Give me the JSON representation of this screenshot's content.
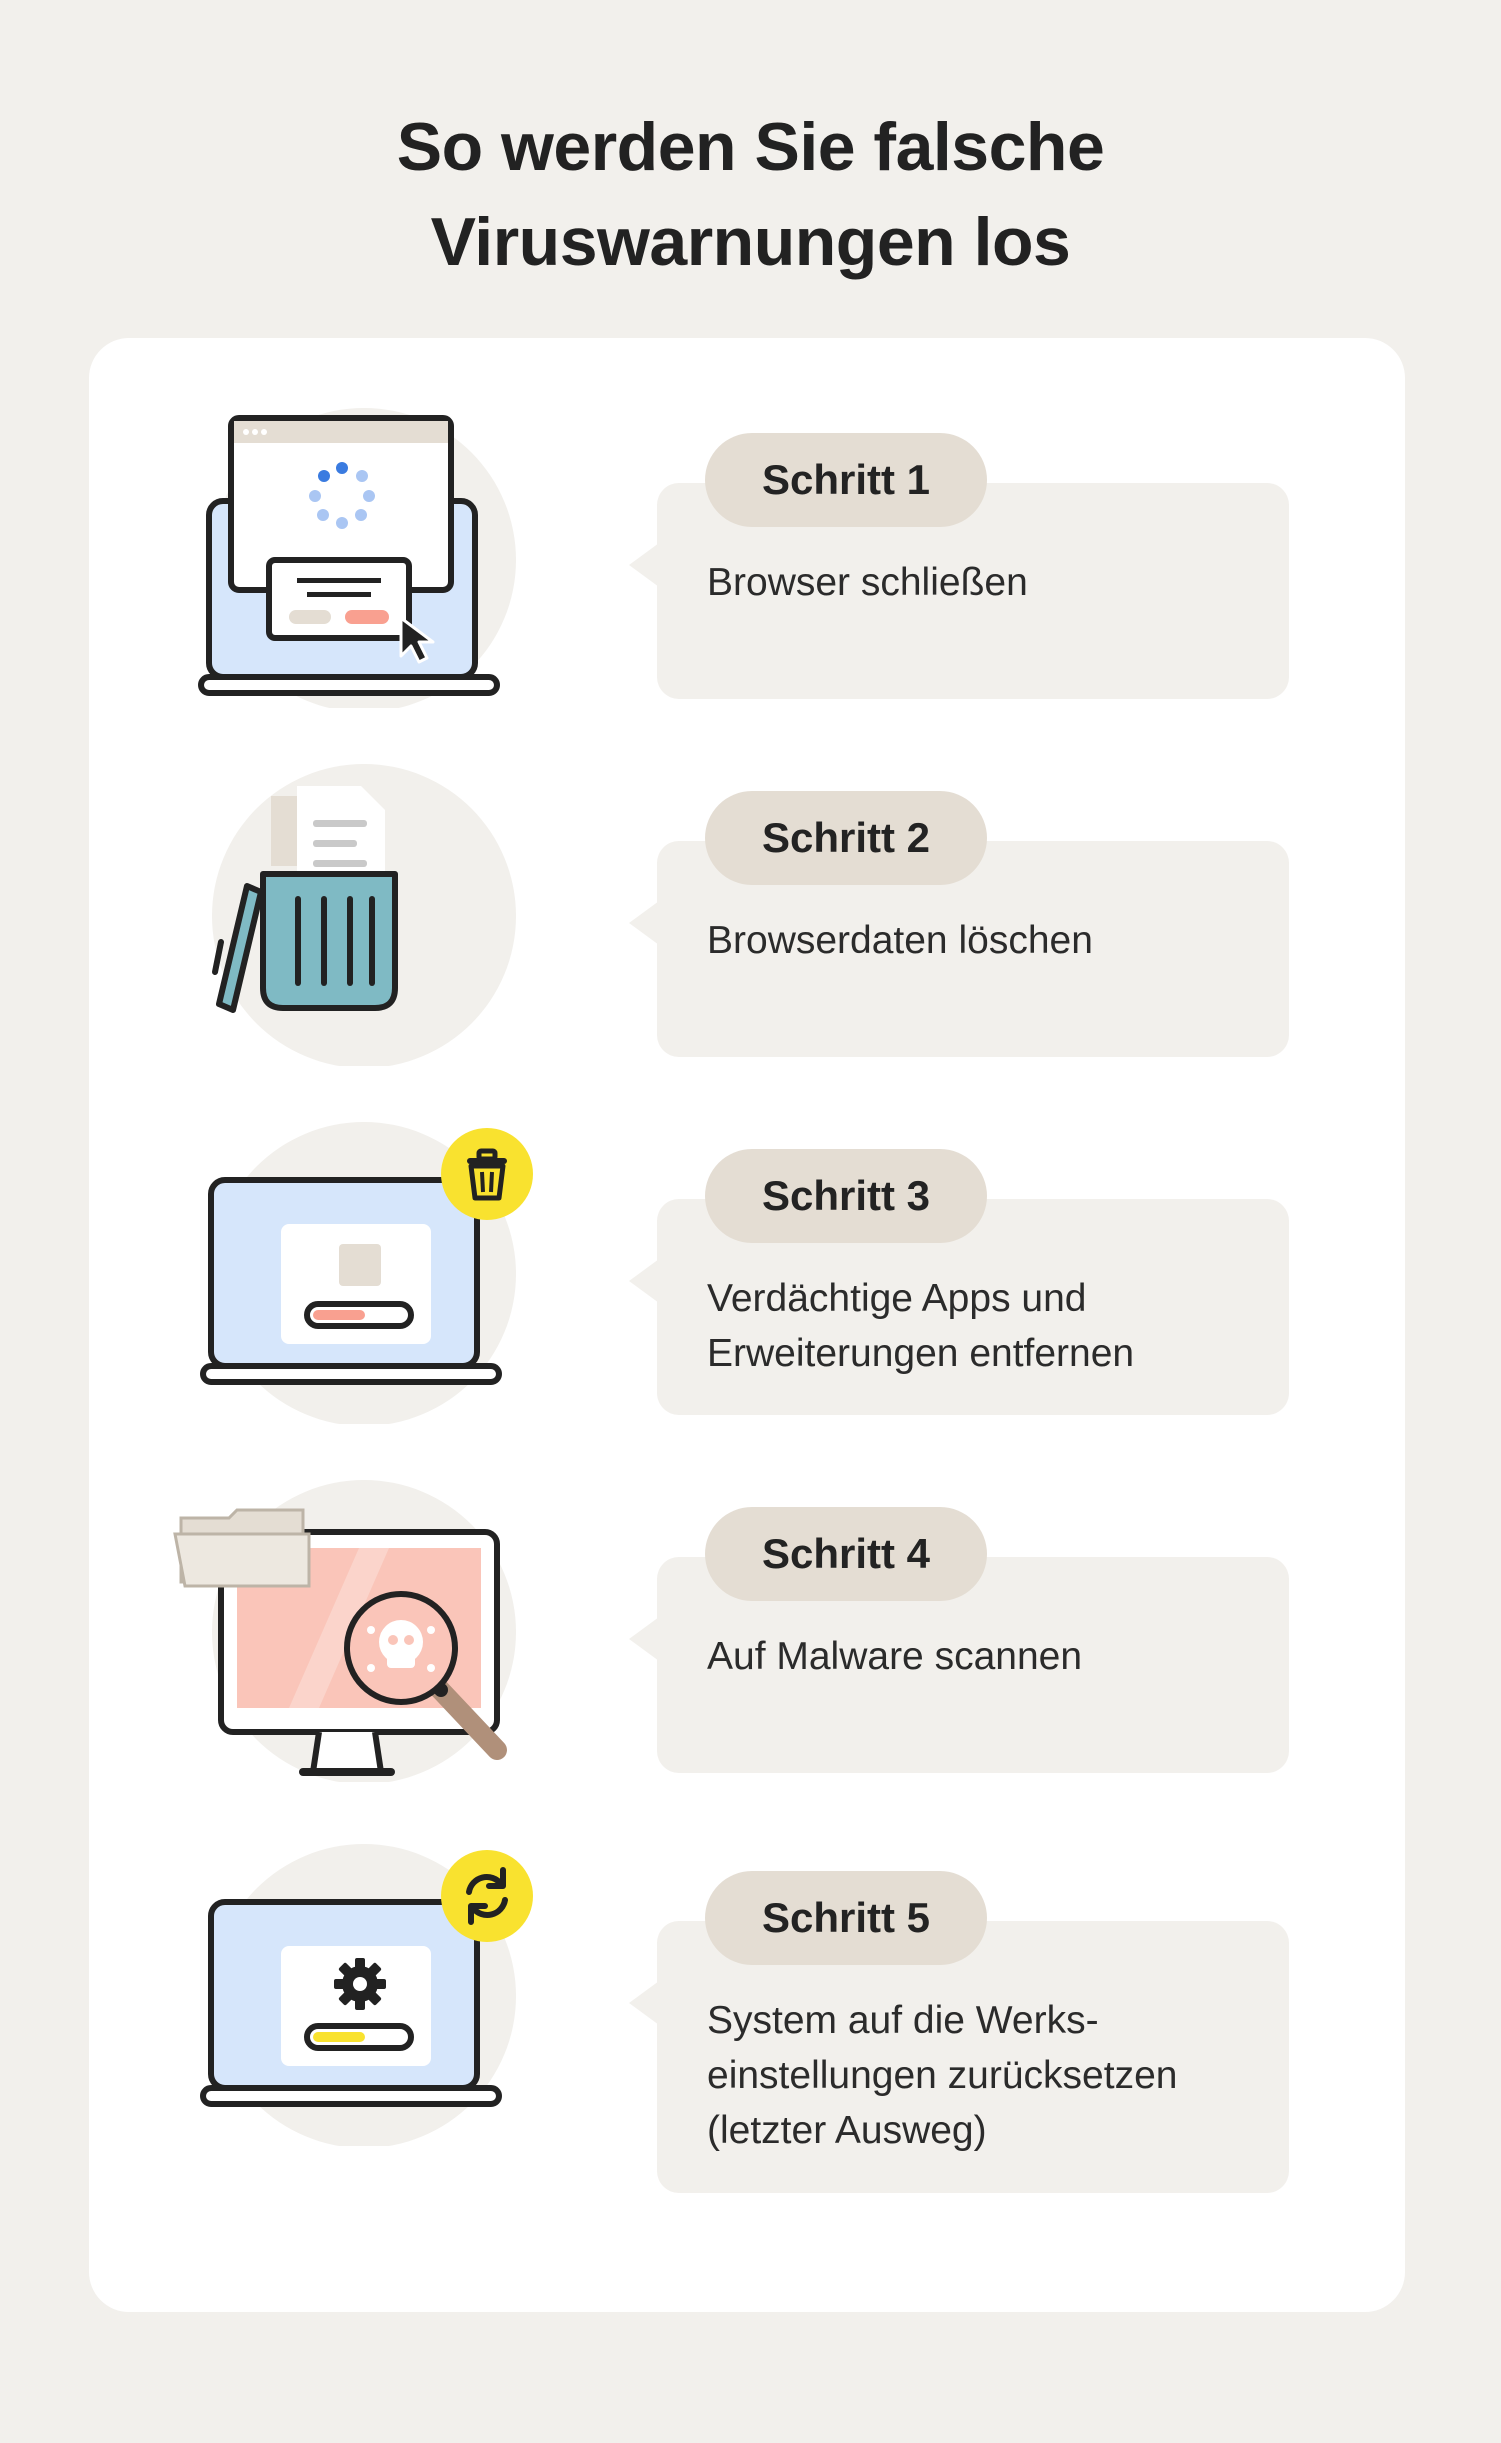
{
  "title": {
    "line1": "So werden Sie falsche",
    "line2": "Viruswarnungen los"
  },
  "steps": [
    {
      "label": "Schritt 1",
      "lines": [
        "Browser schließen"
      ],
      "icon": "browser-popup-cursor-icon"
    },
    {
      "label": "Schritt 2",
      "lines": [
        "Browserdaten löschen"
      ],
      "icon": "trash-bin-document-icon"
    },
    {
      "label": "Schritt 3",
      "lines": [
        "Verdächtige Apps und",
        "Erweiterungen entfernen"
      ],
      "icon": "laptop-trash-badge-icon"
    },
    {
      "label": "Schritt 4",
      "lines": [
        "Auf Malware scannen"
      ],
      "icon": "monitor-magnifier-skull-icon"
    },
    {
      "label": "Schritt 5",
      "lines": [
        "System auf die Werks-",
        "einstellungen zurücksetzen",
        "(letzter Ausweg)"
      ],
      "icon": "laptop-gear-refresh-icon"
    }
  ],
  "colors": {
    "background": "#f2f0ec",
    "card": "#ffffff",
    "pill": "#e4ddd3",
    "screen_blue": "#d6e6fb",
    "trash_teal": "#7fbac4",
    "badge_yellow": "#f9e22f",
    "salmon": "#f9a090"
  }
}
